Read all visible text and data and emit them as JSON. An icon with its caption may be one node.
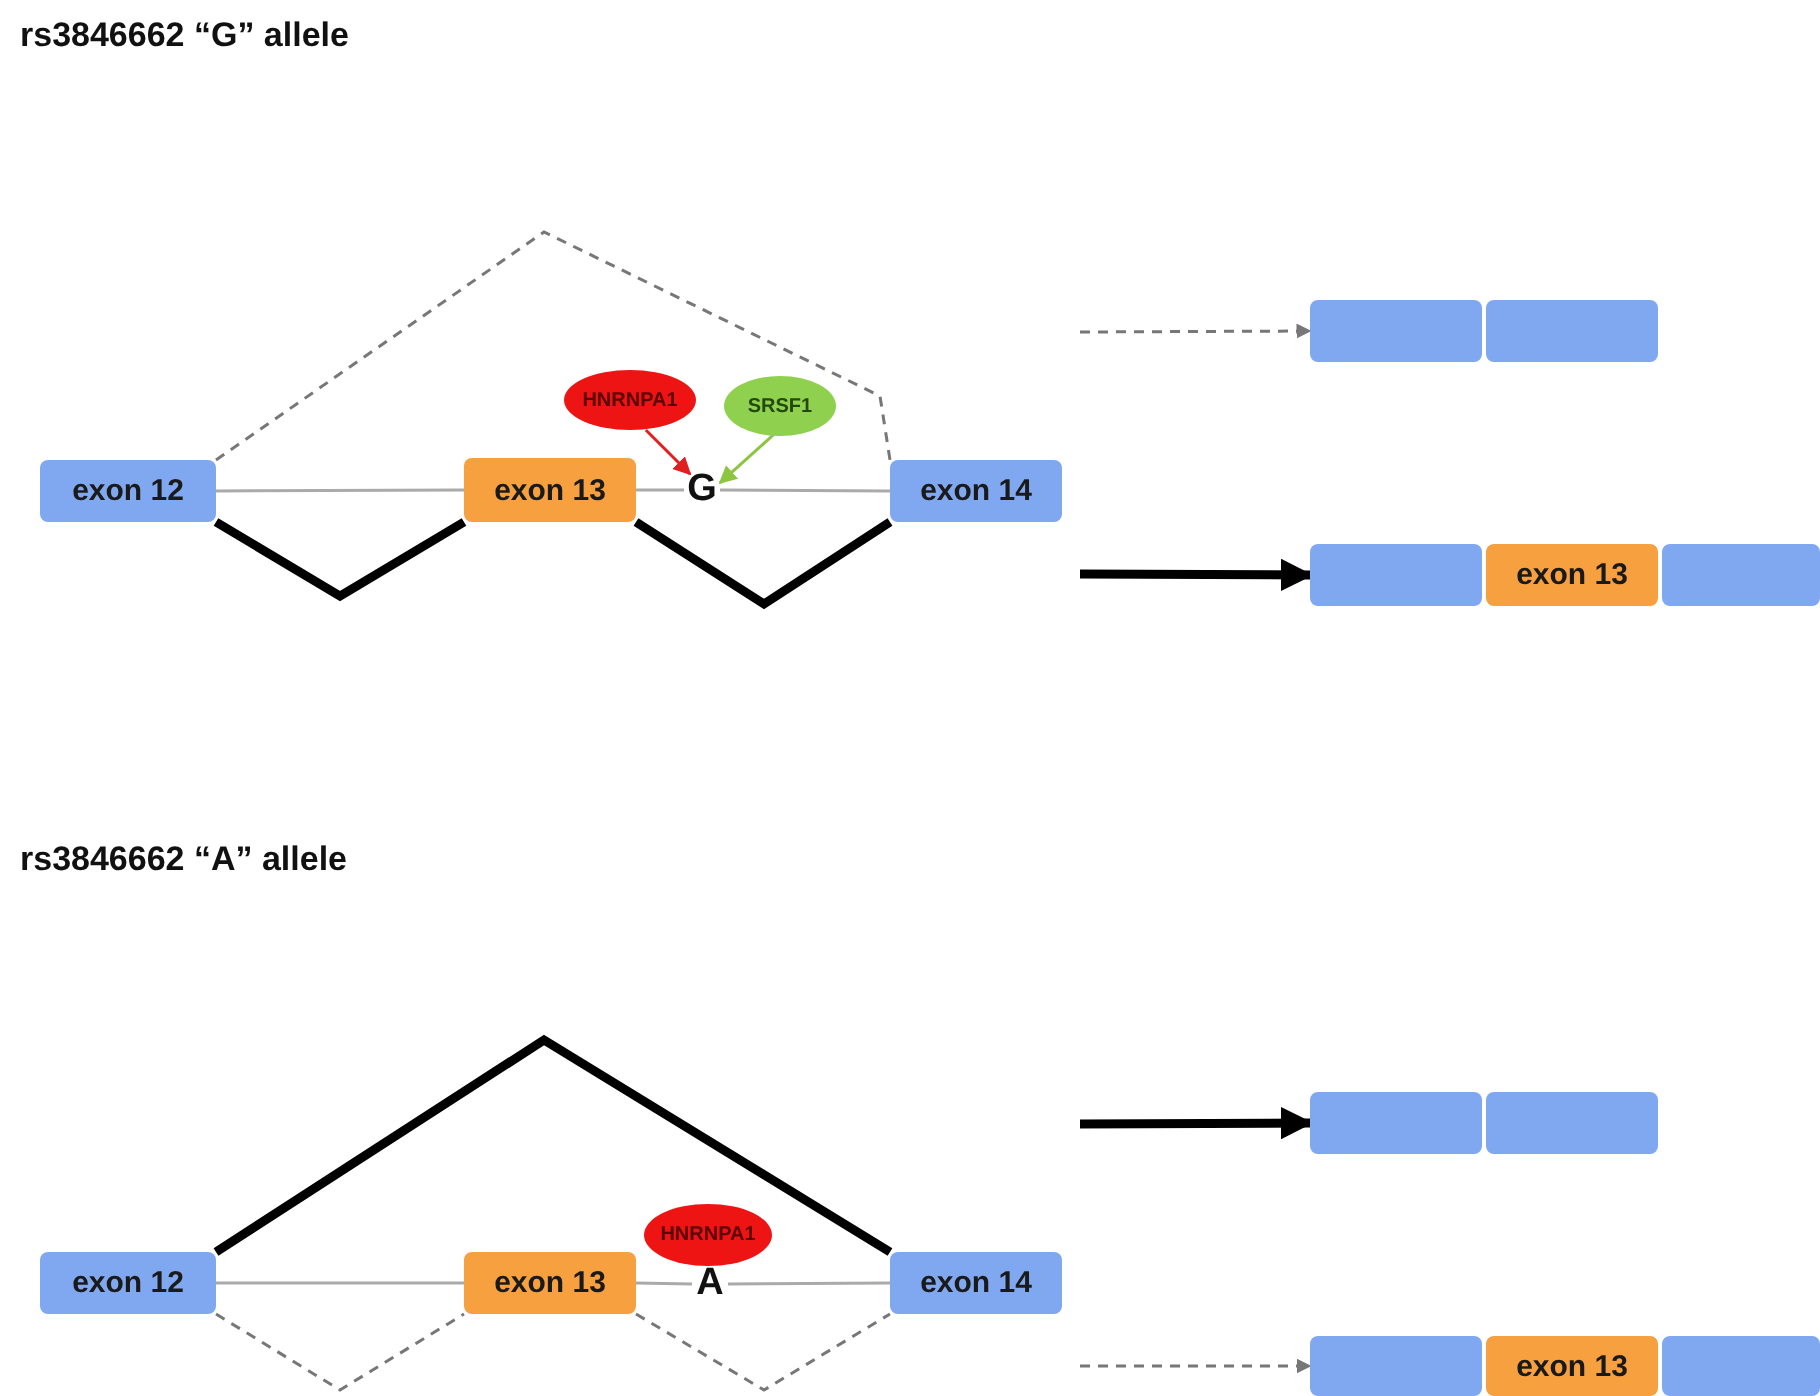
{
  "diagram": {
    "nodes": [
      {
        "text": [
          "exon 12"
        ]
      },
      {
        "text": [
          "exon 13"
        ]
      },
      {
        "text": [
          "G"
        ]
      },
      {
        "text": [
          "exon 14"
        ]
      },
      {
        "text": [
          "HNRNPA1"
        ]
      },
      {
        "text": [
          "SRSF1"
        ]
      },
      {
        "text": [],
        "shape": "box"
      },
      {
        "text": [],
        "shape": "box"
      },
      {
        "text": [],
        "shape": "box"
      },
      {
        "text": [
          "exon 13"
        ]
      },
      {
        "text": [],
        "shape": "box"
      },
      {
        "text": [
          "exon 12"
        ]
      },
      {
        "text": [
          "exon 13"
        ]
      },
      {
        "text": [
          "A"
        ]
      },
      {
        "text": [
          "exon 14"
        ]
      },
      {
        "text": [
          "HNRNPA1"
        ]
      },
      {
        "text": [],
        "shape": "box"
      },
      {
        "text": [],
        "shape": "box"
      },
      {
        "text": [],
        "shape": "box"
      },
      {
        "text": [
          "exon 13"
        ]
      },
      {
        "text": [],
        "shape": "box"
      }
    ],
    "edges": [
      {
        "from": 0,
        "to": 3,
        "arrow": "none",
        "style": "dashed",
        "color": "#777777"
      },
      {
        "from": 0,
        "to": 1,
        "arrow": "none",
        "style": "thick",
        "color": "#000000"
      },
      {
        "from": 1,
        "to": 3,
        "arrow": "none",
        "style": "thick",
        "color": "#000000"
      },
      {
        "from": 0,
        "to": 1,
        "arrow": "none",
        "color": "#aaaaaa"
      },
      {
        "from": 1,
        "to": 2,
        "arrow": "none",
        "color": "#aaaaaa"
      },
      {
        "from": 2,
        "to": 3,
        "arrow": "none",
        "color": "#aaaaaa"
      },
      {
        "from": 4,
        "to": 2,
        "arrow": "to",
        "color": "#e02020"
      },
      {
        "from": 5,
        "to": 2,
        "arrow": "to",
        "color": "#8cc63f"
      },
      {
        "from": null,
        "to": 6,
        "arrow": "to",
        "style": "dashed",
        "color": "#777777"
      },
      {
        "from": null,
        "to": 8,
        "arrow": "to",
        "style": "thick",
        "color": "#000000"
      },
      {
        "from": 11,
        "to": 14,
        "arrow": "none",
        "style": "thick",
        "color": "#000000"
      },
      {
        "from": 11,
        "to": 12,
        "arrow": "none",
        "style": "dashed",
        "color": "#777777"
      },
      {
        "from": 12,
        "to": 14,
        "arrow": "none",
        "style": "dashed",
        "color": "#777777"
      },
      {
        "from": 11,
        "to": 12,
        "arrow": "none",
        "color": "#aaaaaa"
      },
      {
        "from": 12,
        "to": 13,
        "arrow": "none",
        "color": "#aaaaaa"
      },
      {
        "from": 13,
        "to": 14,
        "arrow": "none",
        "color": "#aaaaaa"
      },
      {
        "from": null,
        "to": 16,
        "arrow": "to",
        "style": "thick",
        "color": "#000000"
      },
      {
        "from": null,
        "to": 18,
        "arrow": "to",
        "style": "dashed",
        "color": "#777777"
      }
    ],
    "labels": [
      "rs3846662 “G” allele",
      "rs3846662 “A” allele"
    ]
  }
}
